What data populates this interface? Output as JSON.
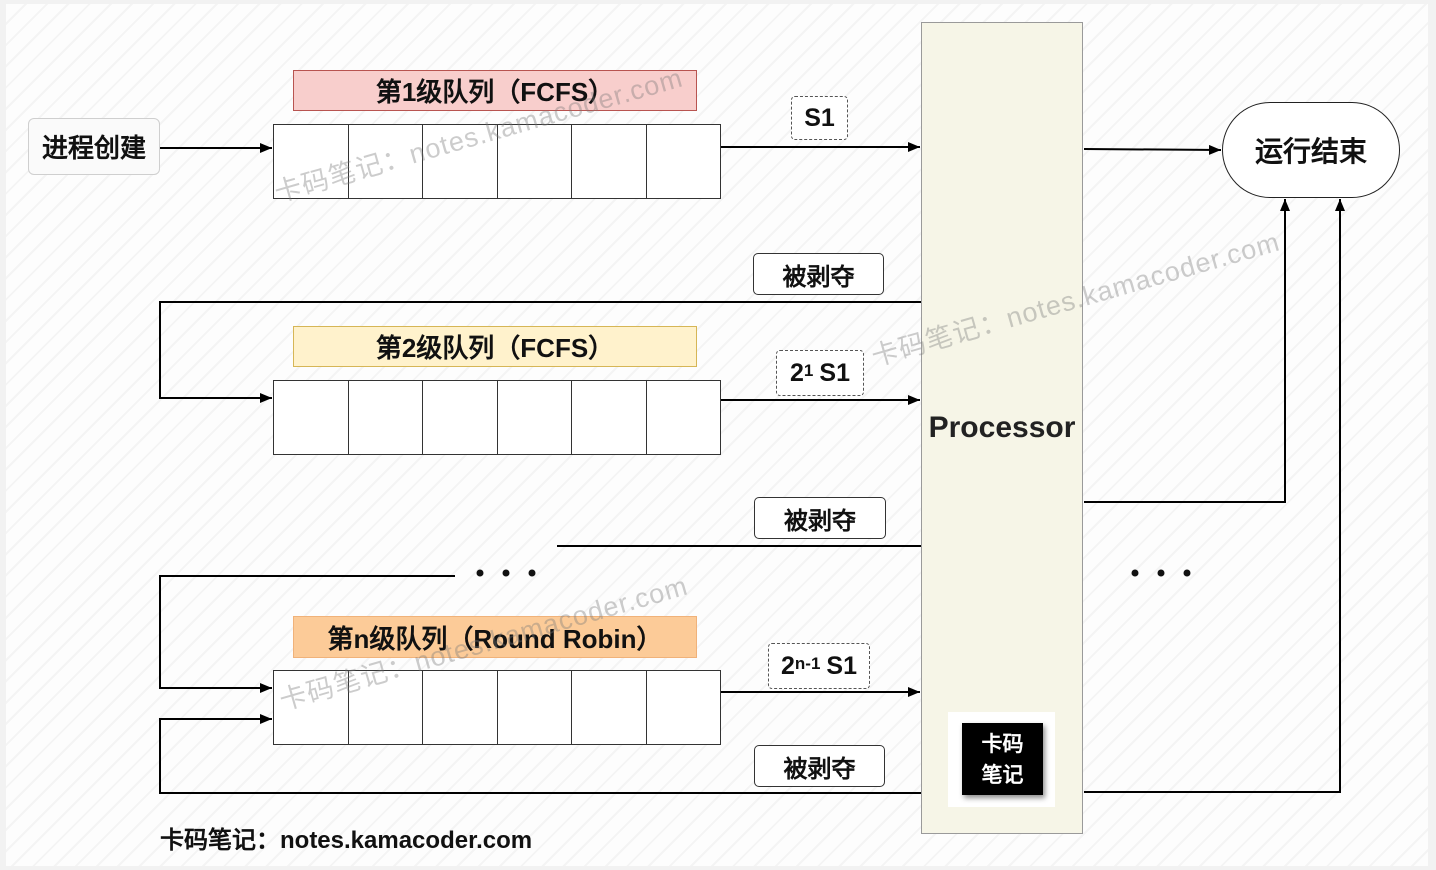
{
  "diagram": {
    "start_node": {
      "label": "进程创建"
    },
    "end_node": {
      "label": "运行结束"
    },
    "processor": {
      "label": "Processor"
    },
    "queues": [
      {
        "title": "第1级队列（FCFS）",
        "fill": "#f8cecc",
        "stroke": "#b85450",
        "time_slice": {
          "unit": "S1"
        }
      },
      {
        "title": "第2级队列（FCFS）",
        "fill": "#fff2cc",
        "stroke": "#d6b656",
        "time_slice": {
          "coefficient": "2",
          "exponent": "1",
          "unit": "S1"
        }
      },
      {
        "title": "第n级队列（Round Robin）",
        "fill": "#fccb98",
        "stroke": "#f0b27a",
        "time_slice": {
          "coefficient": "2",
          "exponent": "n-1",
          "unit": "S1"
        }
      }
    ],
    "feedback": [
      {
        "label": "被剥夺"
      },
      {
        "label": "被剥夺"
      },
      {
        "label": "被剥夺"
      }
    ],
    "processor_fill": "#f6f5e7"
  },
  "logo": {
    "line1": "卡码",
    "line2": "笔记"
  },
  "watermark": "卡码笔记：notes.kamacoder.com",
  "footer": "卡码笔记：notes.kamacoder.com"
}
